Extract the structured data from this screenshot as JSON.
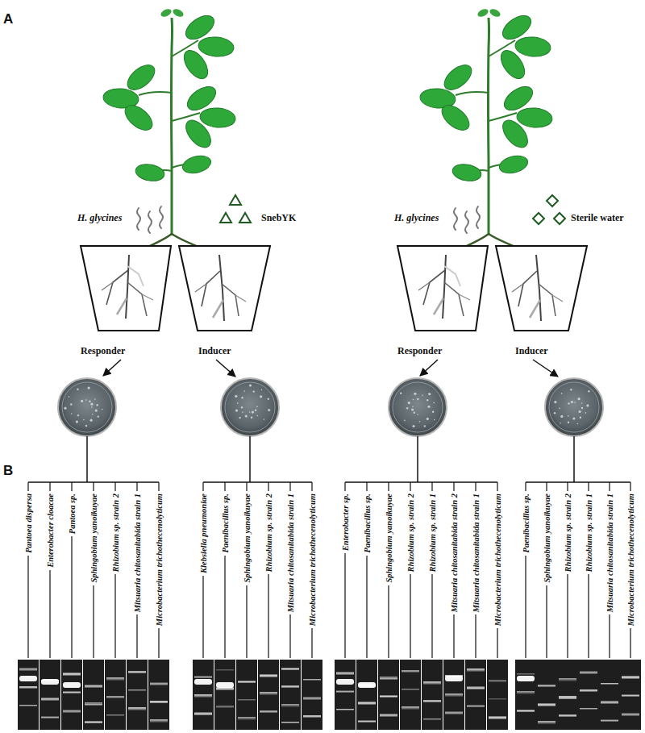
{
  "diagram": {
    "labels": [
      "A",
      "H. glycines",
      "SnebYK",
      "H. glycines",
      "Sterile water",
      "Responder",
      "Inducer",
      "Responder",
      "Inducer",
      "B",
      "Pantoea dispersa",
      "Enterobacter cloacae",
      "Pantoea sp.",
      "Sphingobium yanoikuyae",
      "Rhizobium sp. strain 2",
      "Mitsuaria chitosanitabida strain 1",
      "Microbacterium trichothecenolyticum",
      "Klebsiella pneumoniae",
      "Paenibacillus sp.",
      "Sphingobium yanoikuyae",
      "Rhizobium sp. strain 2",
      "Mitsuaria chitosanitabida strain 1",
      "Microbacterium trichothecenolyticum",
      "Enterobacter sp.",
      "Paenibacillus sp.",
      "Sphingobium yanoikuyae",
      "Rhizobium sp. strain 2",
      "Rhizobium sp. strain 1",
      "Mitsuaria chitosanitabida strain 2",
      "Mitsuaria chitosanitabida strain 1",
      "Microbacterium trichothecenolyticum",
      "Paenibacillus sp.",
      "Sphingobium yanoikuyae",
      "Rhizobium sp. strain 2",
      "Rhizobium sp. strain 1",
      "Mitsuaria chitosanitabida strain 1",
      "Microbacterium trichothecenolyticum"
    ]
  }
}
